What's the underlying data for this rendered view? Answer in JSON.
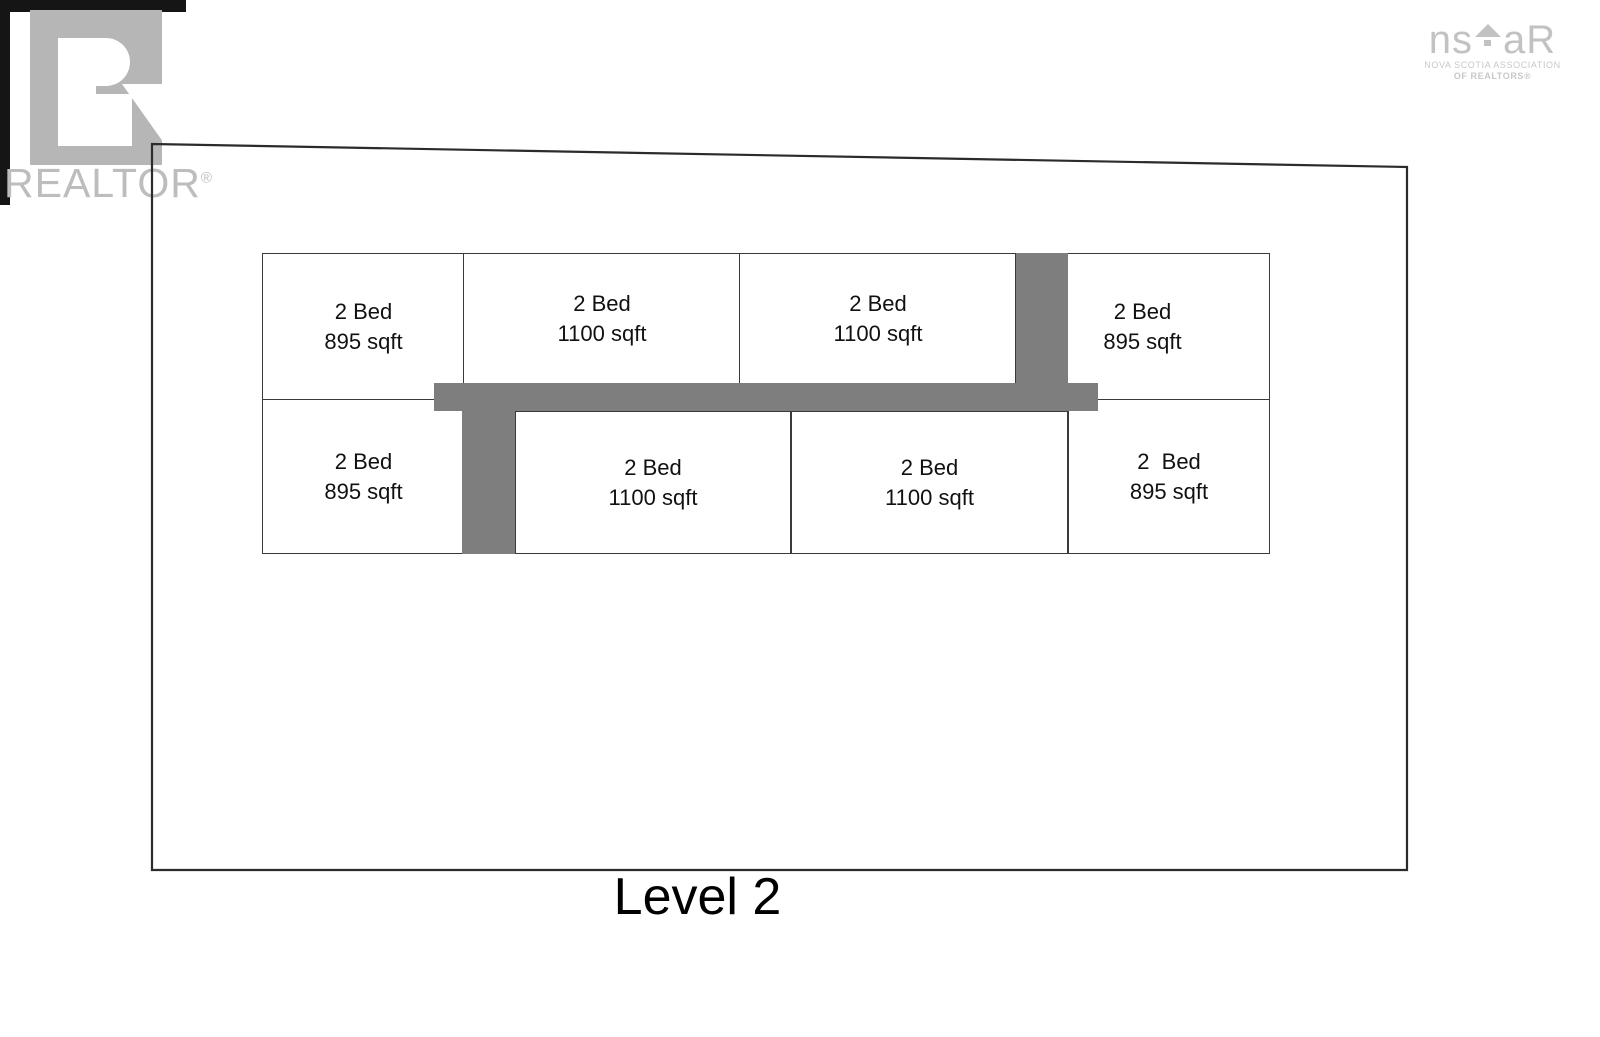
{
  "document": {
    "caption": "Level 2"
  },
  "branding": {
    "realtor": {
      "icon": "realtor-r-logo",
      "wordmark": "REALTOR",
      "registered_mark": "®"
    },
    "nsar": {
      "icon": "nsar-house-roof-icon",
      "mark_prefix": "ns",
      "mark_suffix": "aR",
      "subtitle_line1": "NOVA SCOTIA ASSOCIATION",
      "subtitle_line2": "OF REALTORS®"
    }
  },
  "floorplan": {
    "corridor_color": "#7e7e7e",
    "wall_color": "#3a3a3a",
    "background_color": "#ffffff",
    "top_row": [
      {
        "id": "unit-top-1",
        "beds": "2 Bed",
        "area": "895 sqft"
      },
      {
        "id": "unit-top-2",
        "beds": "2 Bed",
        "area": "1100 sqft"
      },
      {
        "id": "unit-top-3",
        "beds": "2 Bed",
        "area": "1100 sqft"
      },
      {
        "id": "unit-top-4",
        "beds": "2 Bed",
        "area": "895 sqft"
      }
    ],
    "bottom_row": [
      {
        "id": "unit-bottom-1",
        "beds": "2 Bed",
        "area": "895 sqft"
      },
      {
        "id": "unit-bottom-2",
        "beds": "2 Bed",
        "area": "1100 sqft"
      },
      {
        "id": "unit-bottom-3",
        "beds": "2 Bed",
        "area": "1100 sqft"
      },
      {
        "id": "unit-bottom-4",
        "beds": "2  Bed",
        "area": "895 sqft"
      }
    ]
  }
}
